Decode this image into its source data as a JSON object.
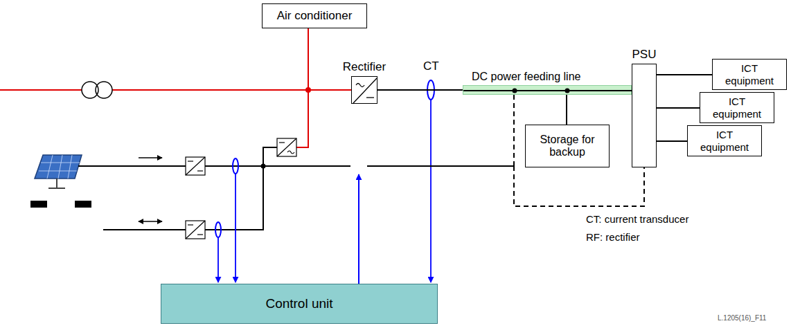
{
  "diagram": {
    "nodes": [
      {
        "text": [
          "Air conditioner"
        ]
      },
      {
        "text": [
          "Rectifier"
        ]
      },
      {
        "text": [
          "DC power feeding line"
        ]
      },
      {
        "text": [
          "PSU"
        ]
      },
      {
        "text": [
          "ICT equipment"
        ]
      },
      {
        "text": [
          "ICT equipment"
        ]
      },
      {
        "text": [
          "ICT equipment"
        ]
      },
      {
        "text": [
          "Storage for backup"
        ]
      },
      {
        "text": [
          "Renewables"
        ]
      },
      {
        "text": [
          "Local battery"
        ],
        "in": 8
      },
      {
        "text": [
          "Converter box"
        ]
      },
      {
        "text": [
          "Constant-current DC converter"
        ],
        "in": 10
      },
      {
        "text": [
          "Control unit"
        ]
      }
    ],
    "edges": [
      {
        "from": 1,
        "to": 2,
        "arrow": "none"
      },
      {
        "from": 2,
        "to": 3,
        "arrow": "none"
      },
      {
        "from": 7,
        "to": 2,
        "arrow": "none"
      },
      {
        "from": 3,
        "to": 4,
        "arrow": "none"
      },
      {
        "from": 3,
        "to": 5,
        "arrow": "none"
      },
      {
        "from": 3,
        "to": 6,
        "arrow": "none"
      },
      {
        "from": 12,
        "to": 11,
        "arrow": "to"
      },
      {
        "from": 11,
        "to": 3,
        "arrow": "none"
      },
      {
        "from": 8,
        "to": 10,
        "arrow": "none"
      },
      {
        "from": 9,
        "to": 10,
        "arrow": "none"
      }
    ],
    "labels": [
      "CT",
      "CT: current transducer",
      "RF: rectifier",
      "L.1205(16)_F11"
    ]
  }
}
